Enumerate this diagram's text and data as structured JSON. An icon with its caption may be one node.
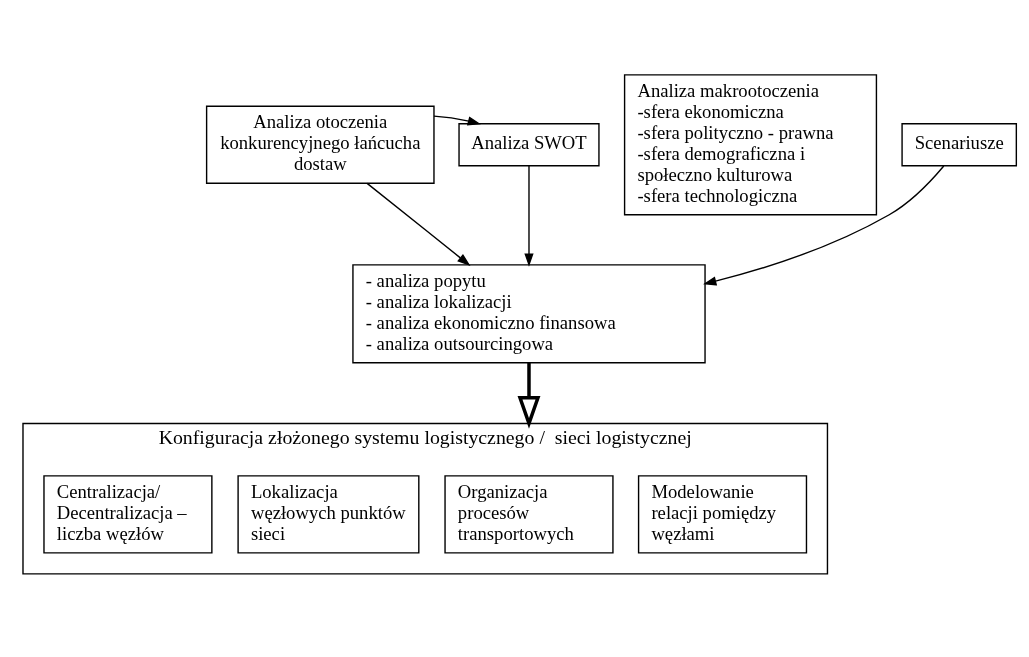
{
  "diagram": {
    "nodes": [
      {
        "text": [
          "Analiza otoczenia konkurencyjnego łańcucha dostaw"
        ]
      },
      {
        "text": [
          "Analiza SWOT"
        ]
      },
      {
        "text": [
          "Analiza makrootoczenia",
          "-sfera ekonomiczna",
          "-sfera polityczno - prawna",
          "-sfera demograficzna i społeczno kulturowa",
          "-sfera technologiczna"
        ]
      },
      {
        "text": [
          "Scenariusze"
        ]
      },
      {
        "text": [
          "- analiza popytu",
          "- analiza lokalizacji",
          "- analiza ekonomiczno finansowa",
          "- analiza outsourcingowa"
        ]
      },
      {
        "text": [
          "Konfiguracja złożonego systemu logistycznego /  sieci logistycznej"
        ]
      },
      {
        "text": [
          "Centralizacja/ Decentralizacja – liczba węzłów"
        ],
        "in": 5
      },
      {
        "text": [
          "Lokalizacja węzłowych punktów sieci"
        ],
        "in": 5
      },
      {
        "text": [
          "Organizacja procesów transportowych"
        ],
        "in": 5
      },
      {
        "text": [
          "Modelowanie relacji pomiędzy węzłami"
        ],
        "in": 5
      }
    ],
    "edges": [
      {
        "from": 0,
        "to": 1,
        "arrow": "to"
      },
      {
        "from": 0,
        "to": 4,
        "arrow": "to"
      },
      {
        "from": 1,
        "to": 4,
        "arrow": "to"
      },
      {
        "from": 3,
        "to": 4,
        "arrow": "to"
      },
      {
        "from": 4,
        "to": 5,
        "arrow": "to",
        "style": "thick"
      }
    ]
  }
}
